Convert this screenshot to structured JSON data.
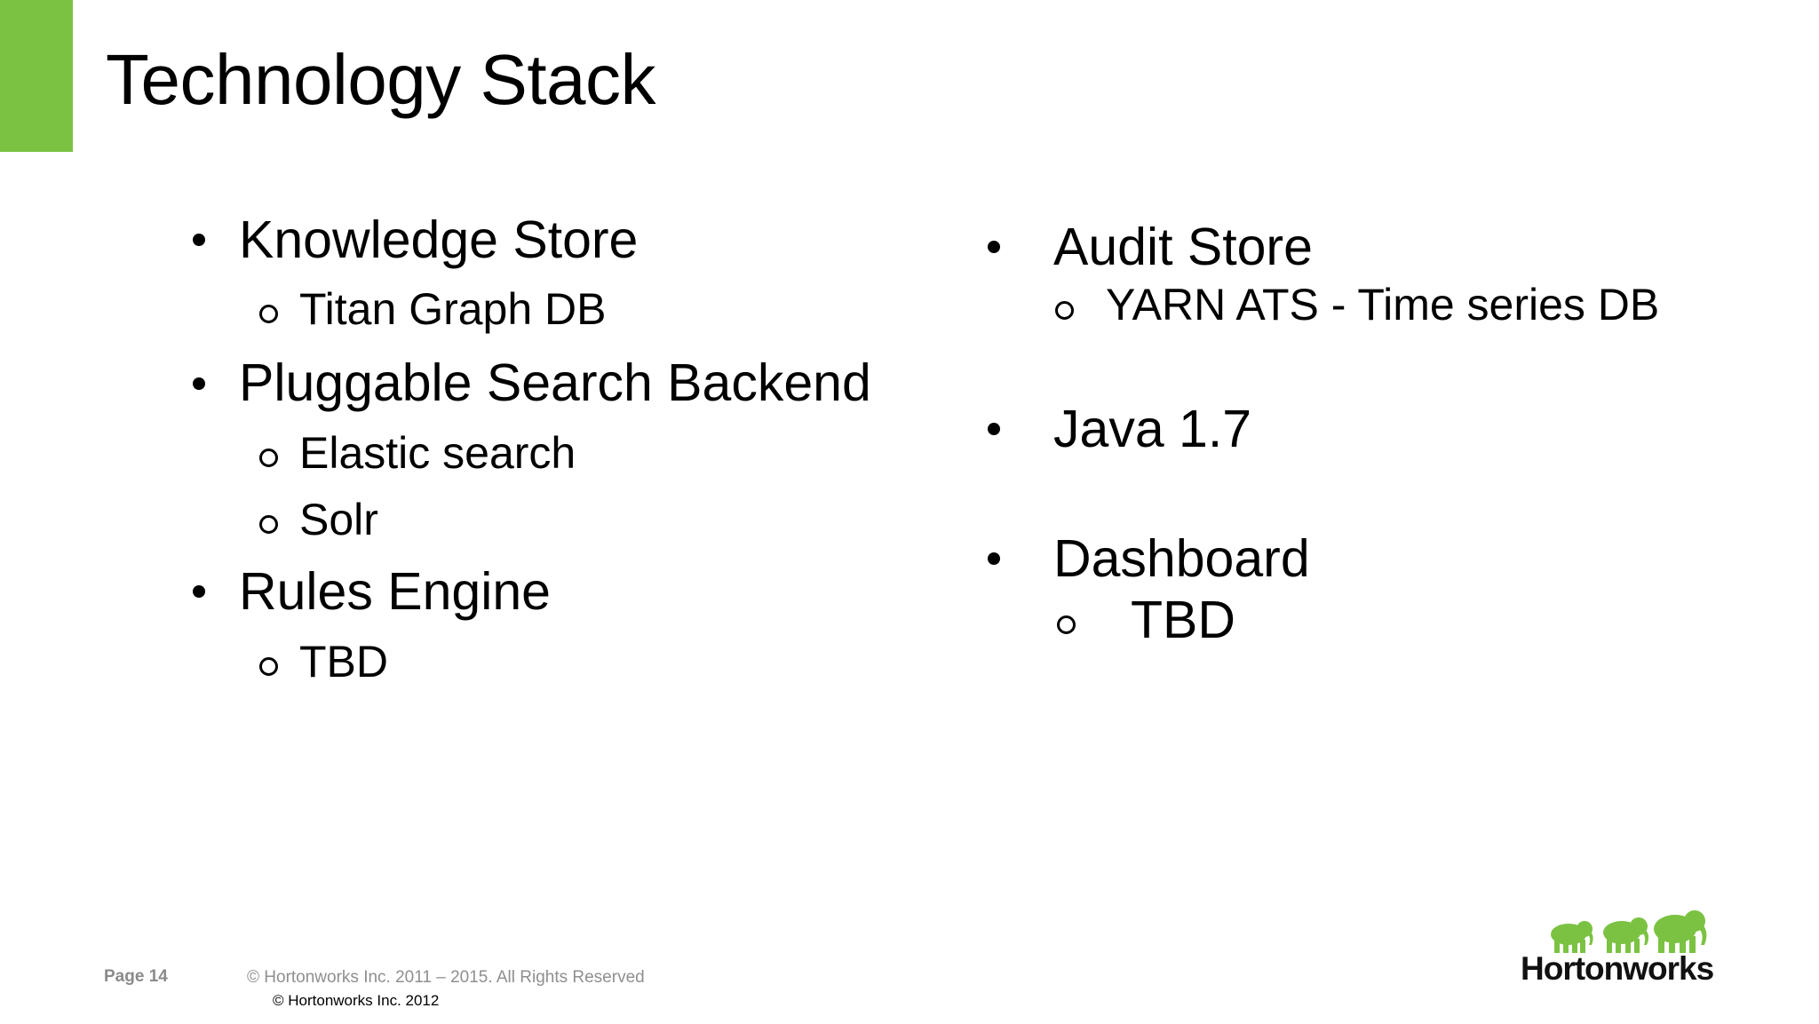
{
  "slide": {
    "title": "Technology Stack",
    "accent_color": "#7bc242",
    "left_column": [
      {
        "label": "Knowledge Store",
        "sub": [
          "Titan Graph DB"
        ]
      },
      {
        "label": "Pluggable Search Backend",
        "sub": [
          "Elastic search",
          "Solr"
        ]
      },
      {
        "label": "Rules Engine",
        "sub": [
          "TBD"
        ]
      }
    ],
    "right_column": [
      {
        "label": "Audit Store",
        "sub": [
          "YARN ATS - Time series DB"
        ]
      },
      {
        "label": "Java 1.7",
        "sub": []
      },
      {
        "label": "Dashboard",
        "sub": [
          "TBD"
        ]
      }
    ]
  },
  "footer": {
    "page": "Page 14",
    "copyright_main": "© Hortonworks Inc. 2011 – 2015. All Rights Reserved",
    "copyright_old": "© Hortonworks Inc. 2012"
  },
  "logo": {
    "text": "Hortonworks",
    "icon": "elephants-logo-icon",
    "color": "#7bc242"
  }
}
